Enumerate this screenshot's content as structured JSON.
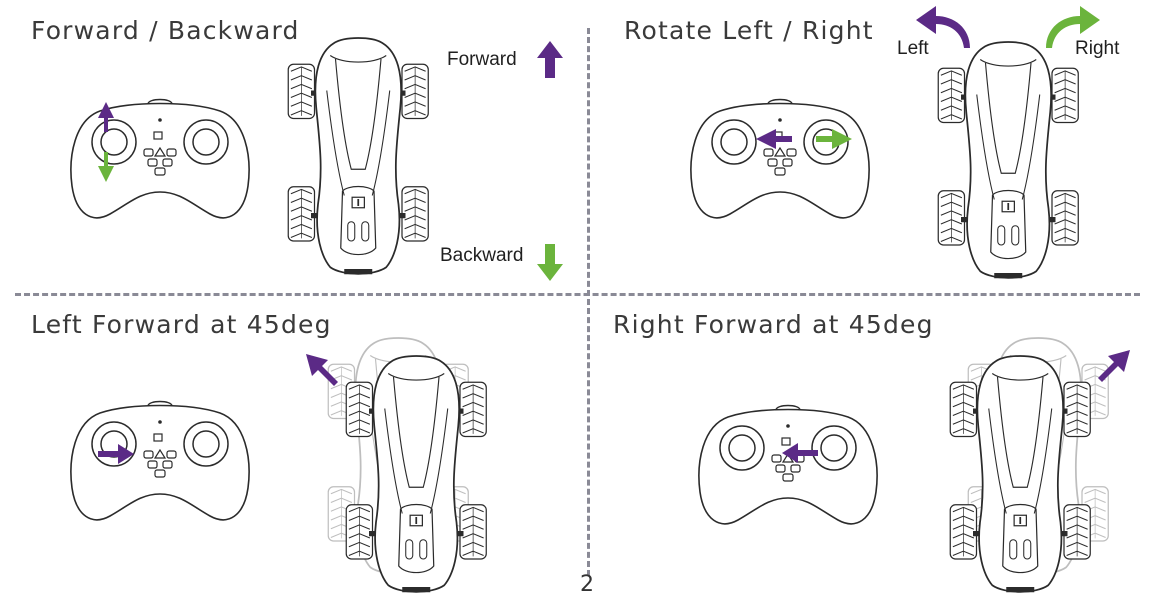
{
  "sections": {
    "forward_backward": {
      "title": "Forward / Backward",
      "forward_label": "Forward",
      "backward_label": "Backward"
    },
    "rotate": {
      "title": "Rotate Left / Right",
      "left_label": "Left",
      "right_label": "Right"
    },
    "left_forward": {
      "title": "Left Forward at 45deg"
    },
    "right_forward": {
      "title": "Right Forward at 45deg"
    }
  },
  "page_number": "2",
  "colors": {
    "purple": "#5b2a86",
    "green": "#6bb43c",
    "divider": "#8a8a96",
    "line": "#2b2b2b"
  }
}
